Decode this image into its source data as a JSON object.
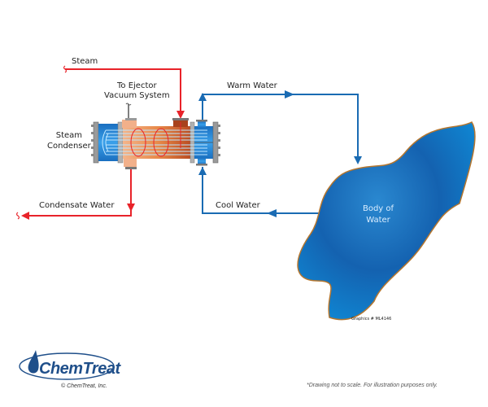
{
  "labels": {
    "steam": "Steam",
    "ejector_line1": "To Ejector",
    "ejector_line2": "Vacuum System",
    "condenser_line1": "Steam",
    "condenser_line2": "Condenser",
    "condensate": "Condensate Water",
    "warm_water": "Warm Water",
    "cool_water": "Cool Water",
    "body_line1": "Body of",
    "body_line2": "Water",
    "graphics_id": "Graphics # ML4146"
  },
  "footer": {
    "brand": "ChemTreat",
    "copyright": "© ChemTreat, Inc.",
    "disclaimer": "*Drawing not to scale. For illustration purposes only."
  },
  "colors": {
    "steam_line": "#e8232a",
    "water_line": "#1a6bb3",
    "body_of_water": "#1565b0",
    "shoreline": "#b5762e",
    "brand": "#1f4f8a"
  }
}
